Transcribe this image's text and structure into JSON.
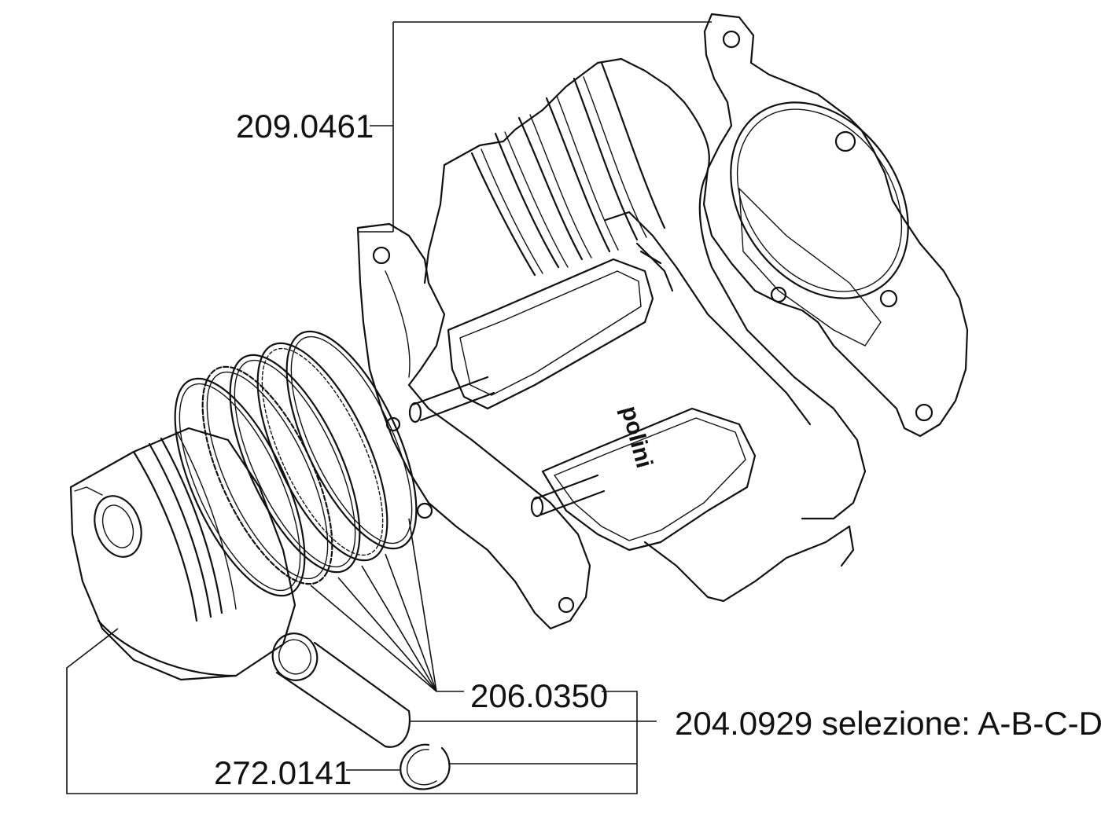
{
  "parts": {
    "cylinder_kit": "209.0461",
    "piston_rings": "206.0350",
    "piston": "204.0929 selezione: A-B-C-D",
    "circlip": "272.0141"
  },
  "brand_mark": "polini"
}
